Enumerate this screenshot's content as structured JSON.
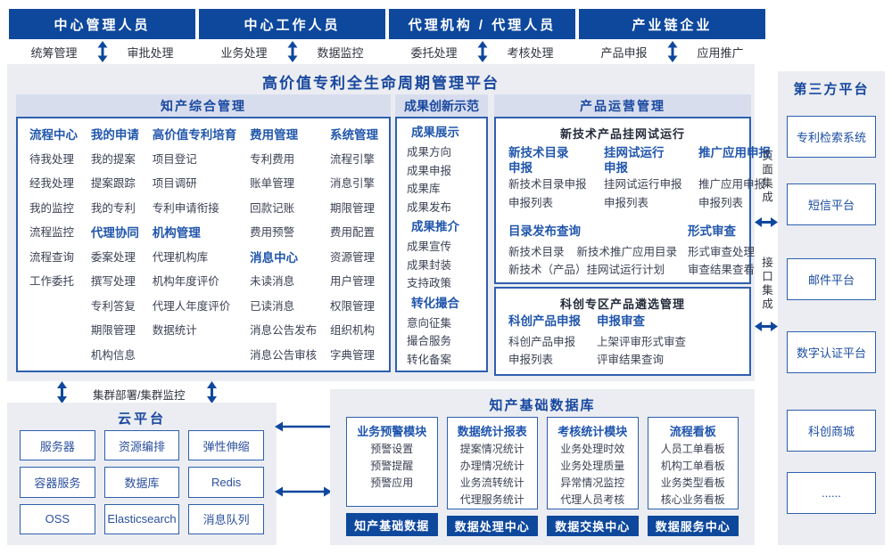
{
  "colors": {
    "primary_dark_blue": "#0e489d",
    "box_border_blue": "#2e5fae",
    "section_header_bg": "#d8ddee",
    "panel_bg": "#ebedf2",
    "group_header_blue": "#2257ac",
    "item_text": "#3c4254"
  },
  "top_roles": [
    {
      "title": "中心管理人员",
      "left": "统筹管理",
      "right": "审批处理"
    },
    {
      "title": "中心工作人员",
      "left": "业务处理",
      "right": "数据监控"
    },
    {
      "title": "代理机构 / 代理人员",
      "left": "委托处理",
      "right": "考核处理"
    },
    {
      "title": "产业链企业",
      "left": "产品申报",
      "right": "应用推广"
    }
  ],
  "platform_title": "高价值专利全生命周期管理平台",
  "ip_mgmt": {
    "title": "知产综合管理",
    "columns": [
      {
        "groups": [
          {
            "header": "流程中心",
            "items": [
              "待我处理",
              "经我处理",
              "我的监控",
              "流程监控",
              "流程查询",
              "工作委托"
            ]
          }
        ]
      },
      {
        "groups": [
          {
            "header": "我的申请",
            "items": [
              "我的提案",
              "提案跟踪",
              "我的专利"
            ]
          },
          {
            "header": "代理协同",
            "items": [
              "委案处理",
              "撰写处理",
              "专利答复",
              "期限管理",
              "机构信息"
            ]
          }
        ]
      },
      {
        "groups": [
          {
            "header": "高价值专利培育",
            "items": [
              "项目登记",
              "项目调研",
              "专利申请衔接"
            ]
          },
          {
            "header": "机构管理",
            "items": [
              "代理机构库",
              "机构年度评价",
              "代理人年度评价",
              "数据统计"
            ]
          }
        ]
      },
      {
        "groups": [
          {
            "header": "费用管理",
            "items": [
              "专利费用",
              "账单管理",
              "回款记账",
              "费用预警"
            ]
          },
          {
            "header": "消息中心",
            "items": [
              "未读消息",
              "已读消息",
              "消息公告发布",
              "消息公告审核"
            ]
          }
        ]
      },
      {
        "groups": [
          {
            "header": "系统管理",
            "items": [
              "流程引擎",
              "消息引擎",
              "期限管理",
              "费用配置",
              "资源管理",
              "用户管理",
              "权限管理",
              "组织机构",
              "字典管理"
            ]
          }
        ]
      }
    ]
  },
  "achievement": {
    "title": "成果创新示范",
    "groups": [
      {
        "header": "成果展示",
        "items": [
          "成果方向",
          "成果申报",
          "成果库",
          "成果发布"
        ]
      },
      {
        "header": "成果推介",
        "items": [
          "成果宣传",
          "成果封装",
          "支持政策"
        ]
      },
      {
        "header": "转化撮合",
        "items": [
          "意向征集",
          "撮合服务",
          "转化备案"
        ]
      }
    ]
  },
  "product_ops": {
    "title": "产品运营管理",
    "trial_box": {
      "title": "新技术产品挂网试运行",
      "col1": {
        "header": "新技术目录申报",
        "items": [
          "新技术目录申报",
          "申报列表"
        ]
      },
      "col2": {
        "header": "挂网试运行申报",
        "items": [
          "挂网试运行申报",
          "申报列表"
        ]
      },
      "col3": {
        "header": "推广应用申报",
        "items": [
          "推广应用申报",
          "申报列表"
        ]
      },
      "catalog": {
        "header": "目录发布查询",
        "items": [
          "新技术目录",
          "新技术推广应用目录",
          "新技术（产品）挂网试运行计划"
        ]
      },
      "review": {
        "header": "形式审查",
        "items": [
          "形式审查处理",
          "审查结果查看"
        ]
      }
    },
    "selection_box": {
      "title": "科创专区产品遴选管理",
      "col1": {
        "header": "科创产品申报",
        "items": [
          "科创产品申报",
          "申报列表"
        ]
      },
      "col2": {
        "header": "申报审查",
        "items": [
          "上架评审形式审查",
          "评审结果查询"
        ]
      }
    }
  },
  "integration": {
    "page": "页面集成",
    "api": "接口集成"
  },
  "third_party": {
    "title": "第三方平台",
    "boxes": [
      "专利检索系统",
      "短信平台",
      "邮件平台",
      "数字认证平台",
      "科创商城",
      "......"
    ]
  },
  "cluster_label": "集群部署/集群监控",
  "cloud": {
    "title": "云平台",
    "boxes": [
      "服务器",
      "资源编排",
      "弹性伸缩",
      "容器服务",
      "数据库",
      "Redis",
      "OSS",
      "Elasticsearch",
      "消息队列"
    ]
  },
  "data_platform": {
    "title": "知产基础数据库",
    "modules": [
      {
        "header": "业务预警模块",
        "items": [
          "预警设置",
          "预警提醒",
          "预警应用"
        ],
        "footer": "知产基础数据"
      },
      {
        "header": "数据统计报表",
        "items": [
          "提案情况统计",
          "办理情况统计",
          "业务流转统计",
          "代理服务统计"
        ],
        "footer": "数据处理中心"
      },
      {
        "header": "考核统计模块",
        "items": [
          "业务处理时效",
          "业务处理质量",
          "异常情况监控",
          "代理人员考核"
        ],
        "footer": "数据交换中心"
      },
      {
        "header": "流程看板",
        "items": [
          "人员工单看板",
          "机构工单看板",
          "业务类型看板",
          "核心业务看板"
        ],
        "footer": "数据服务中心"
      }
    ]
  }
}
